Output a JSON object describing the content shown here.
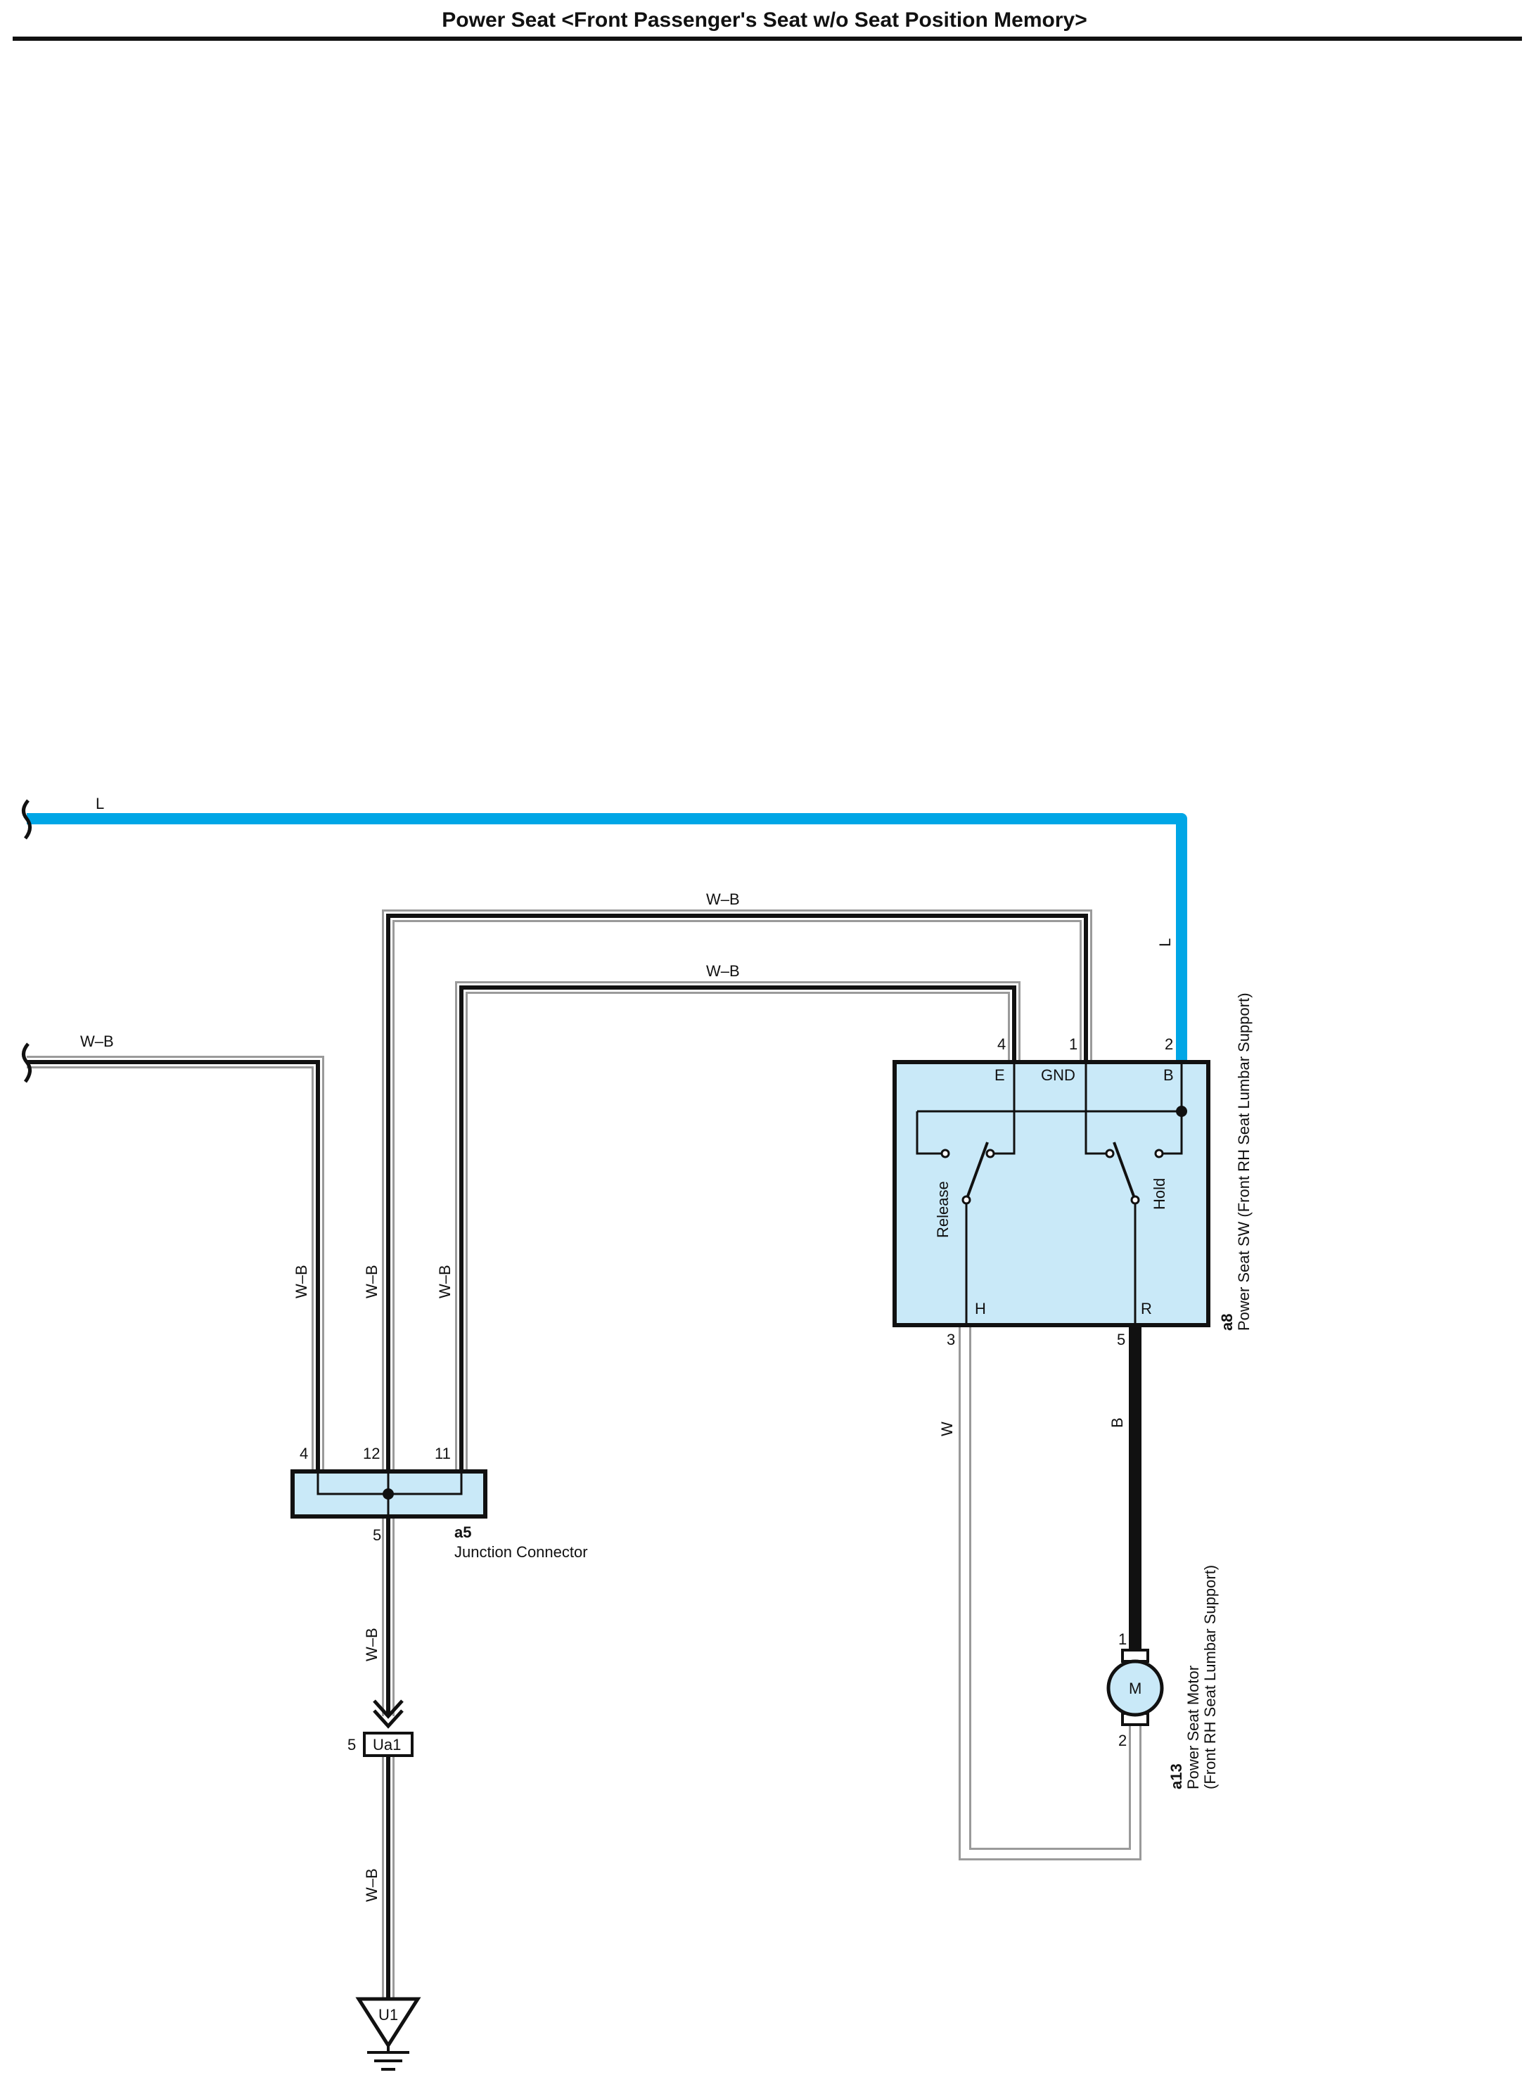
{
  "title": "Power Seat <Front Passenger's Seat w/o Seat Position Memory>",
  "colors": {
    "wire_L": "#00a6e6",
    "component_fill": "#c9e9f8",
    "wire_black": "#111111",
    "wire_outline": "#9a9a9a"
  },
  "wires": {
    "l_top": "L",
    "l_vertical": "L",
    "wb_upper": "W–B",
    "wb_lower": "W–B",
    "wb_left": "W–B",
    "wb_vert_4": "W–B",
    "wb_vert_12": "W–B",
    "wb_vert_11": "W–B",
    "wb_junction_down": "W–B",
    "wb_ground": "W–B",
    "w_motor": "W",
    "b_motor": "B"
  },
  "switch": {
    "code": "a8",
    "name": "Power Seat SW (Front RH Seat Lumbar Support)",
    "terminals": {
      "e": {
        "pin": "4",
        "label": "E"
      },
      "gnd": {
        "pin": "1",
        "label": "GND"
      },
      "b": {
        "pin": "2",
        "label": "B"
      },
      "h": {
        "pin": "3",
        "label": "H"
      },
      "r": {
        "pin": "5",
        "label": "R"
      }
    },
    "release_label": "Release",
    "hold_label": "Hold"
  },
  "junction": {
    "code": "a5",
    "name": "Junction Connector",
    "pins": {
      "p4": "4",
      "p12": "12",
      "p11": "11",
      "p5": "5"
    }
  },
  "connector_ua1": {
    "label": "Ua1",
    "pin": "5"
  },
  "ground": {
    "label": "U1"
  },
  "motor": {
    "code": "a13",
    "name_line1": "Power Seat Motor",
    "name_line2": "(Front RH Seat Lumbar Support)",
    "symbol": "M",
    "pin1": "1",
    "pin2": "2"
  }
}
